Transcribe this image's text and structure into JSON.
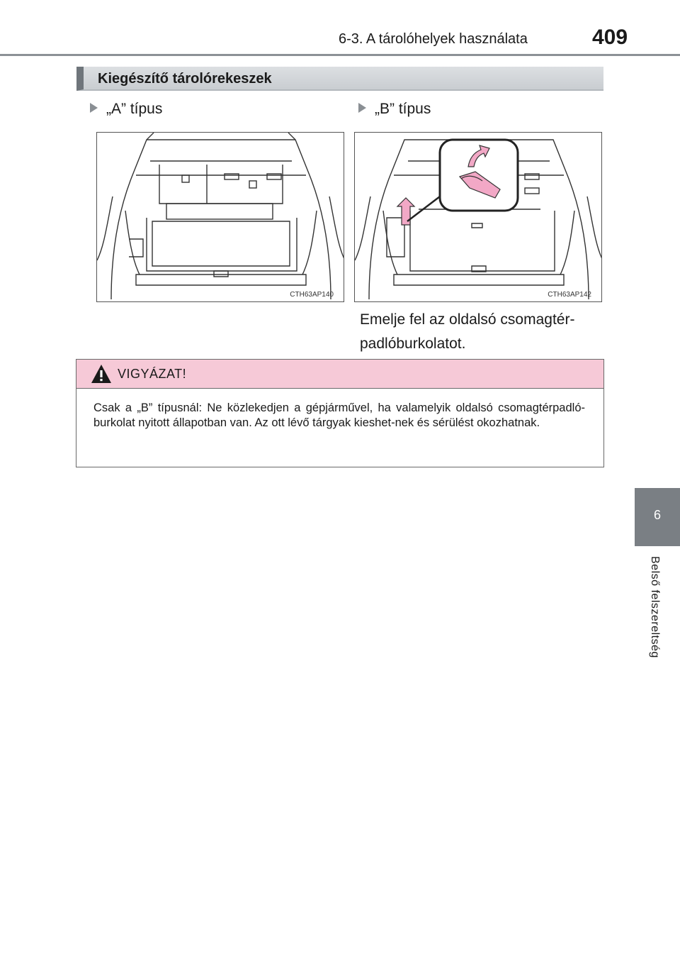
{
  "header": {
    "title": "6-3. A tárolóhelyek használata",
    "page_number": "409"
  },
  "section": {
    "title": "Kiegészítő tárolórekeszek"
  },
  "variants": [
    {
      "label": "„A” típus",
      "figure_code": "CTH63AP140"
    },
    {
      "label": "„B” típus",
      "figure_code": "CTH63AP142"
    }
  ],
  "instruction": "Emelje fel az oldalsó csomagtér-padlóburkolatot.",
  "warning": {
    "title": "VIGYÁZAT!",
    "body": "Csak a „B” típusnál: Ne közlekedjen a gépjárművel, ha valamelyik oldalsó csomagtérpadló-burkolat nyitott állapotban van. Az ott lévő tárgyak kieshet-nek és sérülést okozhatnak."
  },
  "side_tab": {
    "number": "6",
    "label": "Belső felszereltség"
  },
  "colors": {
    "warning_header": "#f6c9d7",
    "tab": "#7a7f84",
    "arrow": "#f2a8c6"
  },
  "icons": [
    "triangle-bullet-icon",
    "warning-icon",
    "arrow-icon"
  ]
}
